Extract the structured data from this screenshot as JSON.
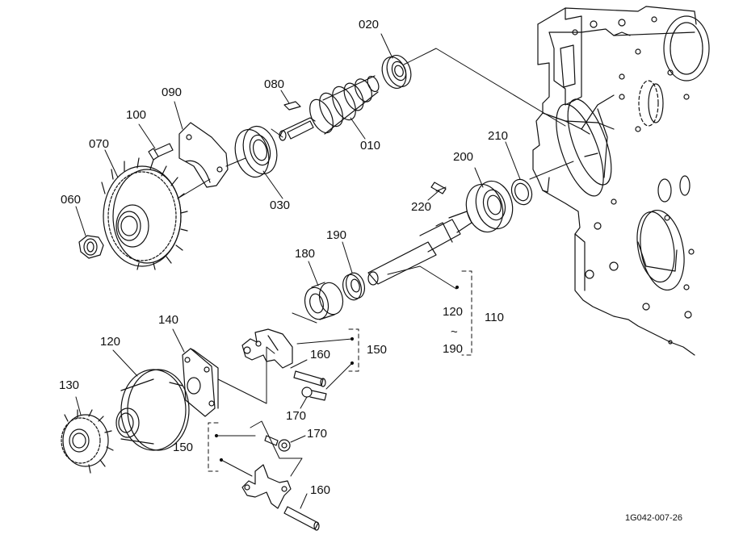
{
  "drawing_code": "1G042-007-26",
  "callouts": [
    {
      "id": "c020",
      "text": "020"
    },
    {
      "id": "c080",
      "text": "080"
    },
    {
      "id": "c090",
      "text": "090"
    },
    {
      "id": "c100",
      "text": "100"
    },
    {
      "id": "c070",
      "text": "070"
    },
    {
      "id": "c010",
      "text": "010"
    },
    {
      "id": "c030",
      "text": "030"
    },
    {
      "id": "c060",
      "text": "060"
    },
    {
      "id": "c210",
      "text": "210"
    },
    {
      "id": "c200",
      "text": "200"
    },
    {
      "id": "c220",
      "text": "220"
    },
    {
      "id": "c180",
      "text": "180"
    },
    {
      "id": "c190",
      "text": "190"
    },
    {
      "id": "c120",
      "text": "120"
    },
    {
      "id": "c110",
      "text": "110"
    },
    {
      "id": "c190b",
      "text": "190"
    },
    {
      "id": "c140",
      "text": "140"
    },
    {
      "id": "c120b",
      "text": "120"
    },
    {
      "id": "c150",
      "text": "150"
    },
    {
      "id": "c160",
      "text": "160"
    },
    {
      "id": "c170",
      "text": "170"
    },
    {
      "id": "c130",
      "text": "130"
    },
    {
      "id": "c170b",
      "text": "170"
    },
    {
      "id": "c150b",
      "text": "150"
    },
    {
      "id": "c160b",
      "text": "160"
    }
  ],
  "range_tilde": "~"
}
